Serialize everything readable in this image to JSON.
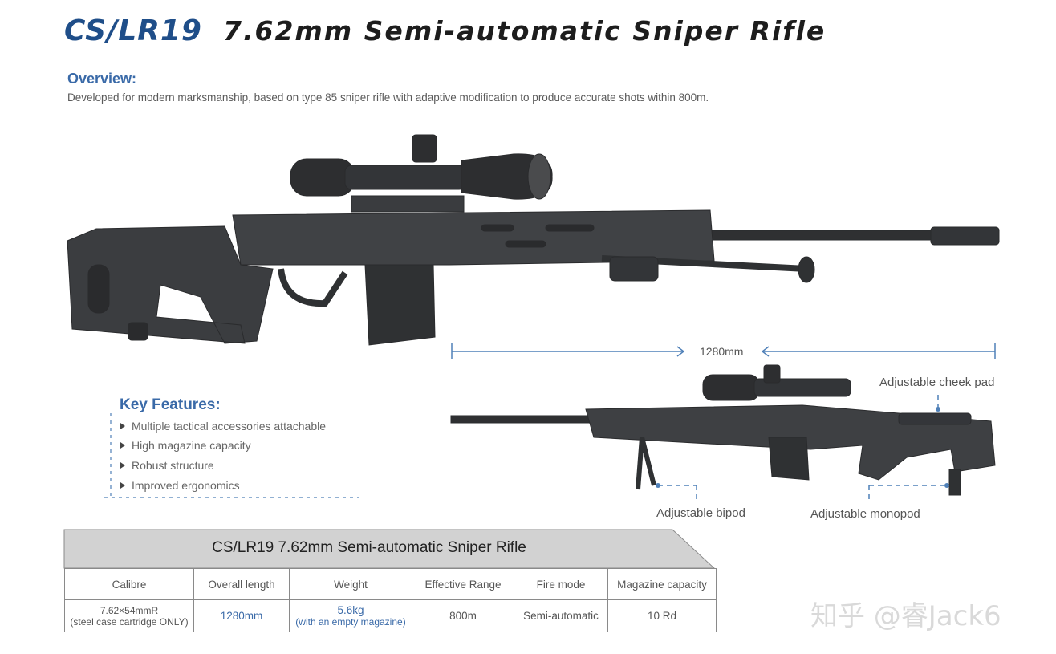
{
  "header": {
    "brand": "CS/LR19",
    "title": "7.62mm Semi-automatic Sniper Rifle"
  },
  "overview": {
    "heading": "Overview:",
    "text": "Developed for modern marksmanship, based on type 85 sniper rifle with adaptive modification to produce accurate shots within 800m."
  },
  "key_features": {
    "heading": "Key Features:",
    "items": [
      "Multiple tactical accessories attachable",
      "High magazine capacity",
      "Robust structure",
      "Improved ergonomics"
    ]
  },
  "dimension": {
    "length": "1280mm"
  },
  "callouts": {
    "cheek_pad": "Adjustable cheek pad",
    "bipod": "Adjustable bipod",
    "monopod": "Adjustable monopod"
  },
  "spec_table": {
    "title": "CS/LR19  7.62mm Semi-automatic Sniper Rifle",
    "headers": [
      "Calibre",
      "Overall length",
      "Weight",
      "Effective Range",
      "Fire mode",
      "Magazine capacity"
    ],
    "values": {
      "calibre": "7.62×54mmR",
      "calibre_note": "(steel case cartridge ONLY)",
      "length": "1280mm",
      "weight": "5.6kg",
      "weight_note": "(with an empty magazine)",
      "range": "800m",
      "fire_mode": "Semi-automatic",
      "magazine": "10 Rd"
    }
  },
  "watermark": "知乎 @睿Jack6",
  "colors": {
    "brand_blue": "#1f4e89",
    "accent_blue": "#3a6aa8",
    "rifle": "#3b3d40"
  }
}
